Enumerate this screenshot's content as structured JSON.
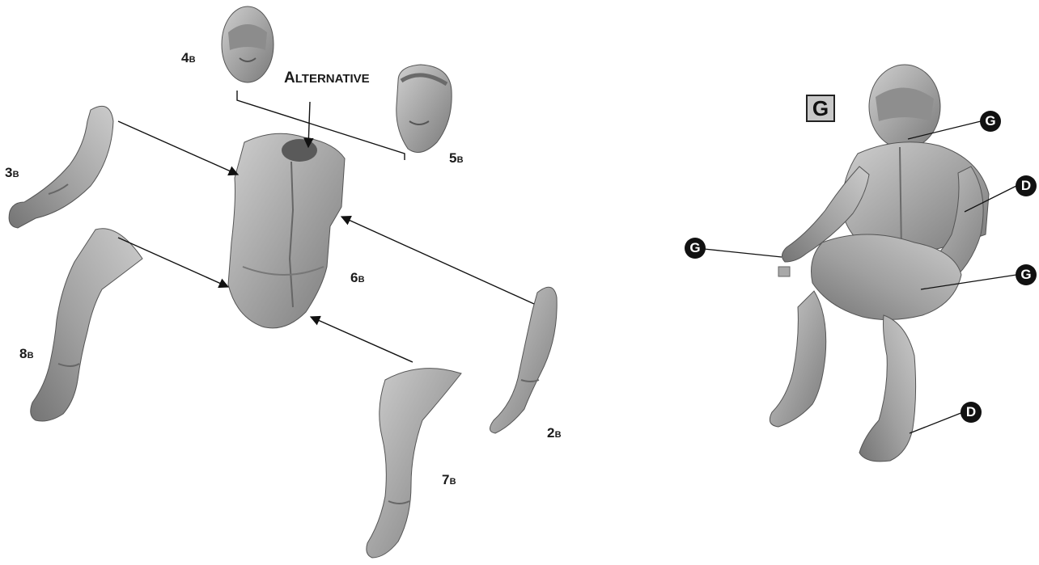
{
  "exploded_view": {
    "parts": [
      {
        "id": "head-helmet",
        "number": "4",
        "suffix": "B"
      },
      {
        "id": "head-alt",
        "number": "5",
        "suffix": "B"
      },
      {
        "id": "right-arm",
        "number": "3",
        "suffix": "B"
      },
      {
        "id": "torso",
        "number": "6",
        "suffix": "B"
      },
      {
        "id": "left-arm",
        "number": "2",
        "suffix": "B"
      },
      {
        "id": "right-leg",
        "number": "8",
        "suffix": "B"
      },
      {
        "id": "left-leg",
        "number": "7",
        "suffix": "B"
      }
    ],
    "alternative_label_cap": "A",
    "alternative_label_rest": "LTERNATIVE"
  },
  "assembled_view": {
    "box_label": "G",
    "callouts": [
      "G",
      "D",
      "G",
      "G",
      "D"
    ]
  },
  "colors": {
    "plastic_light": "#bdbdbd",
    "plastic_mid": "#9a9a9a",
    "plastic_dark": "#6e6e6e",
    "ink": "#111111"
  }
}
